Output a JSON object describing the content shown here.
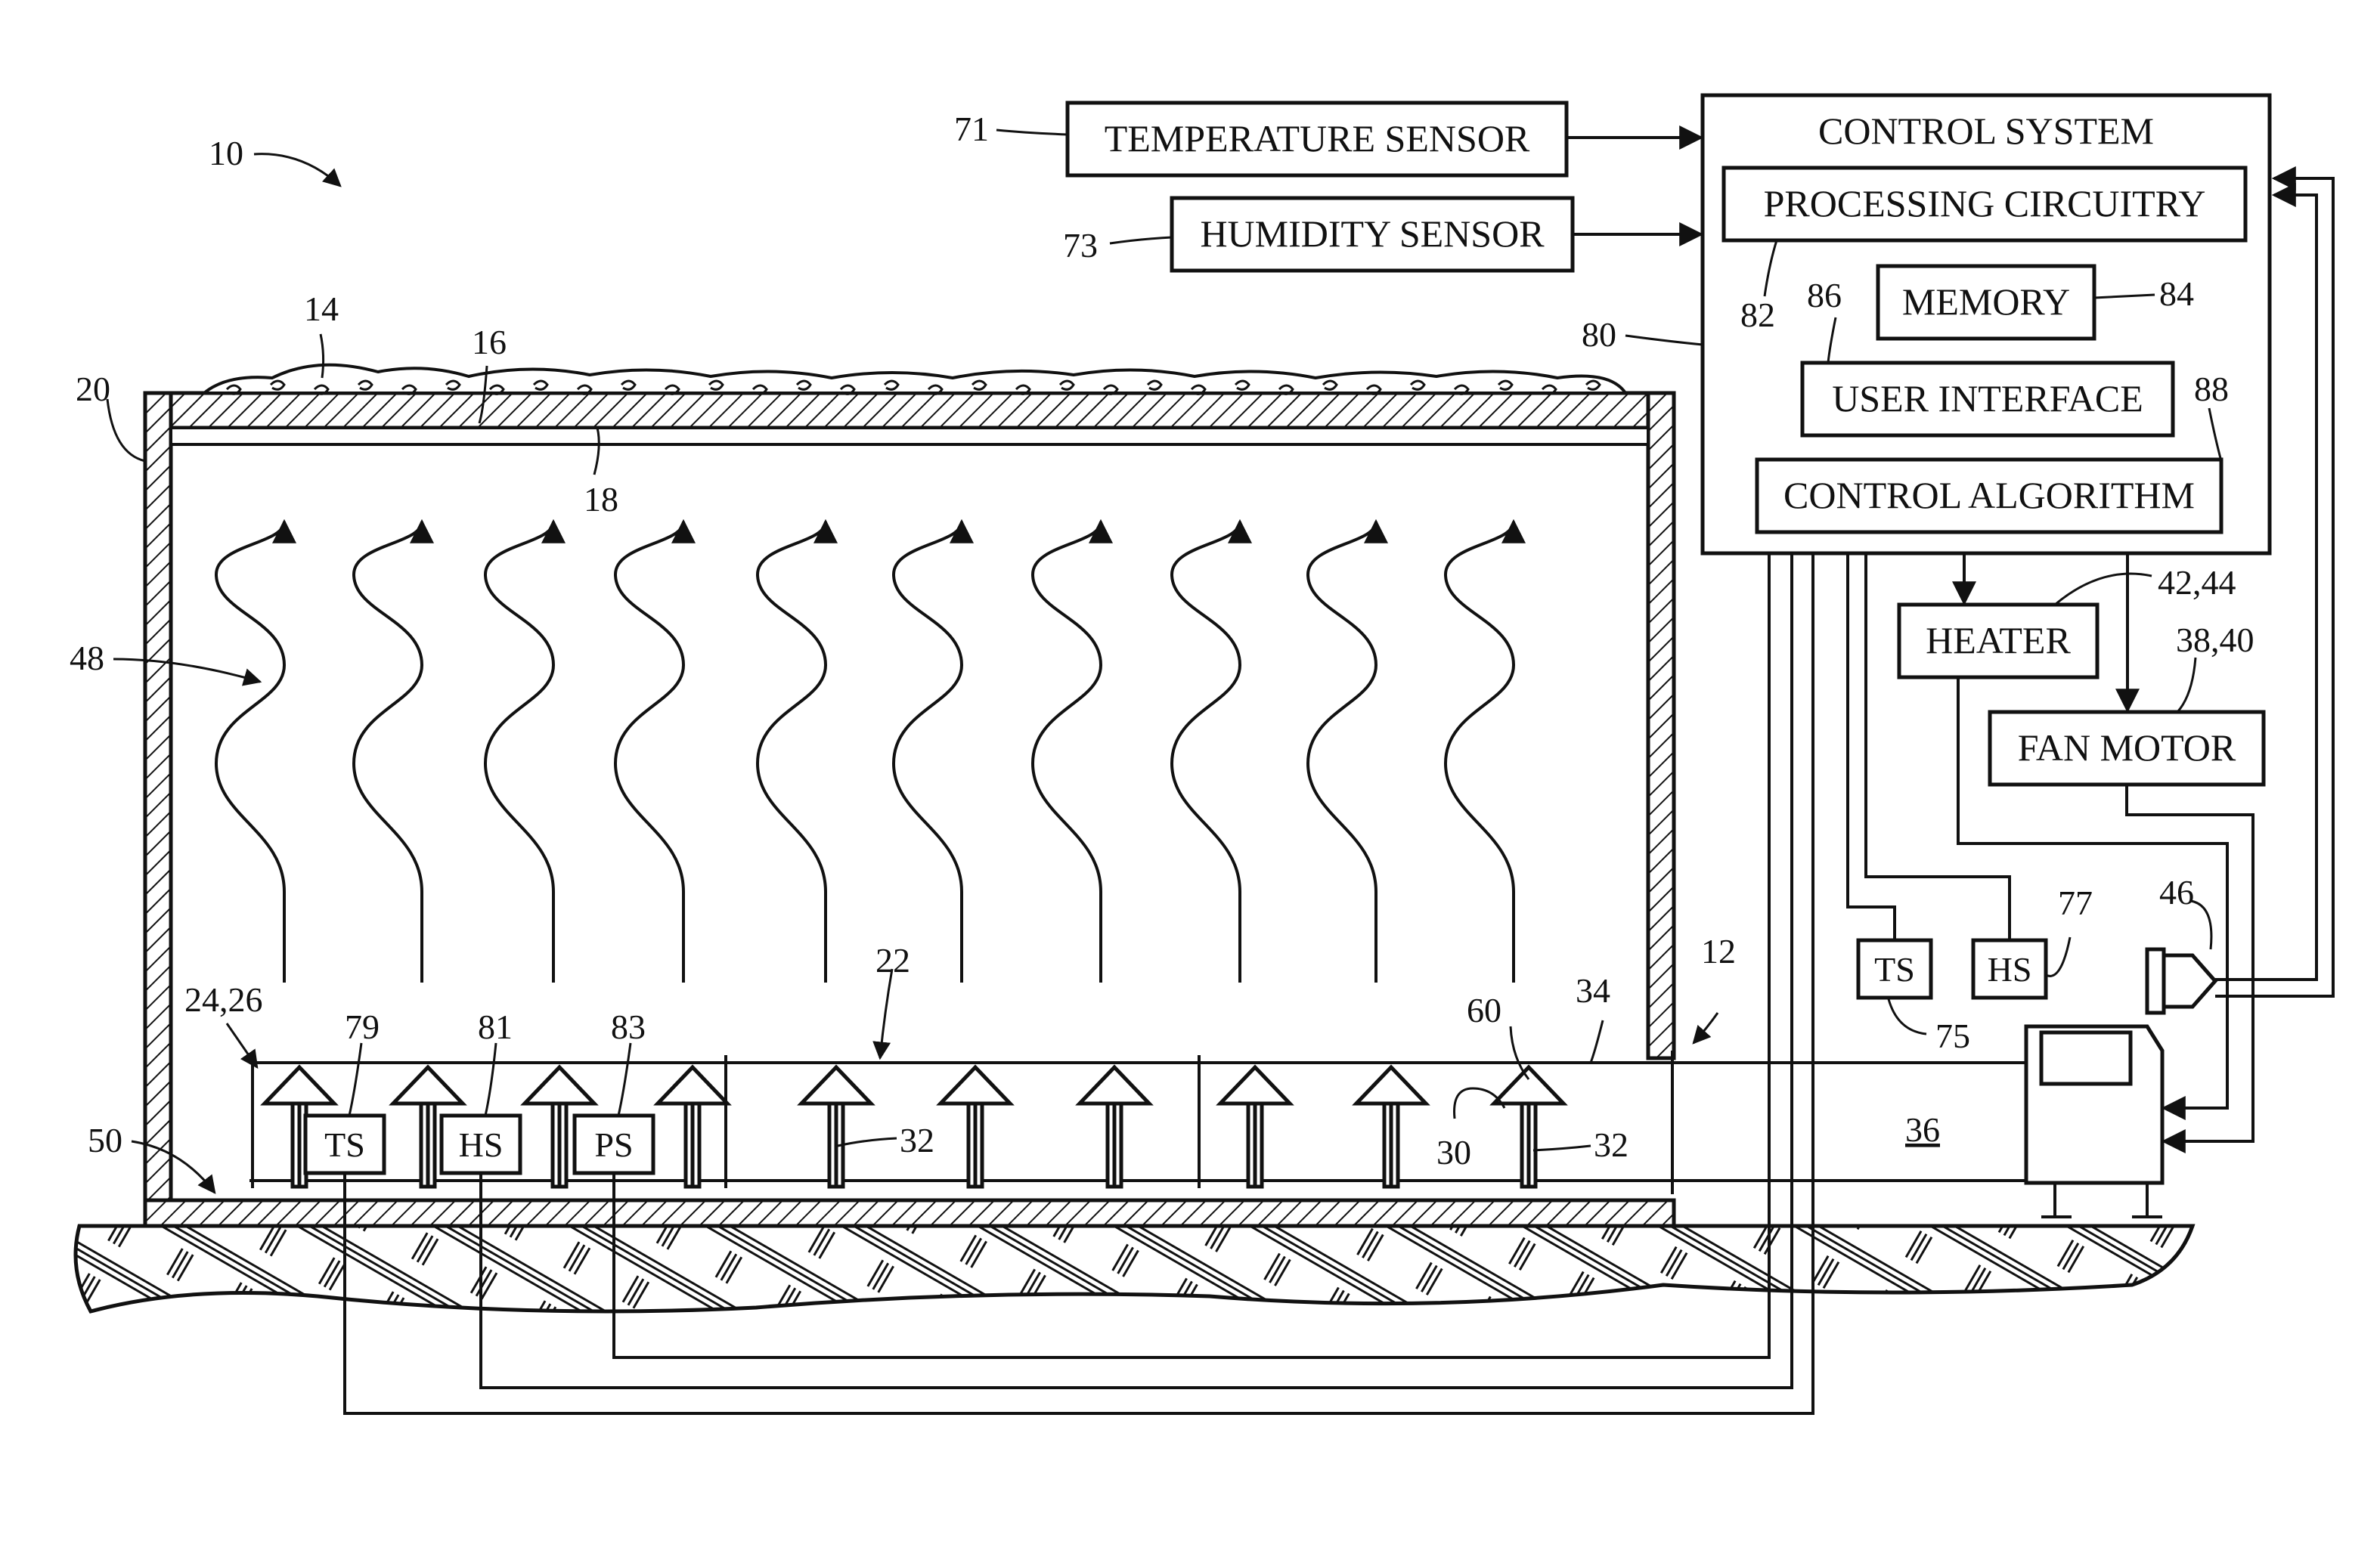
{
  "boxes": {
    "temperature_sensor": "TEMPERATURE SENSOR",
    "humidity_sensor": "HUMIDITY SENSOR",
    "control_system": "CONTROL SYSTEM",
    "processing_circuitry": "PROCESSING CIRCUITRY",
    "memory": "MEMORY",
    "user_interface": "USER INTERFACE",
    "control_algorithm": "CONTROL ALGORITHM",
    "heater": "HEATER",
    "fan_motor": "FAN MOTOR",
    "ts_outside": "TS",
    "hs_outside": "HS",
    "ts_duct": "TS",
    "hs_duct": "HS",
    "ps_duct": "PS"
  },
  "refs": {
    "r10": "10",
    "r71": "71",
    "r73": "73",
    "r80": "80",
    "r82": "82",
    "r86": "86",
    "r84": "84",
    "r88": "88",
    "r42_44": "42,44",
    "r38_40": "38,40",
    "r14": "14",
    "r16": "16",
    "r20": "20",
    "r18": "18",
    "r48": "48",
    "r24_26": "24,26",
    "r79": "79",
    "r81": "81",
    "r83": "83",
    "r22": "22",
    "r32a": "32",
    "r32b": "32",
    "r30": "30",
    "r60": "60",
    "r34": "34",
    "r12": "12",
    "r77": "77",
    "r75": "75",
    "r46": "46",
    "r36": "36",
    "r50": "50"
  }
}
